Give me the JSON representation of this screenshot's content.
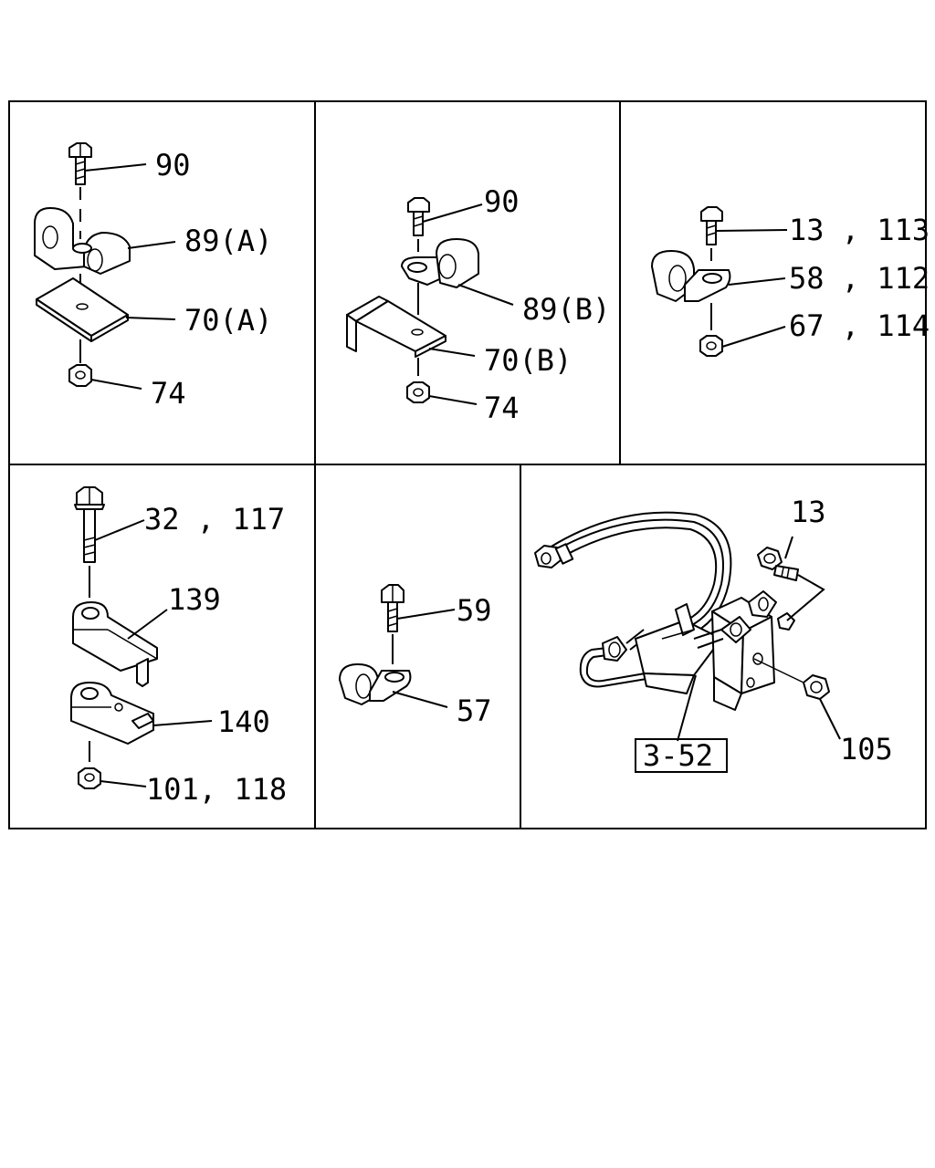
{
  "callouts": {
    "p1_90": "90",
    "p1_89a": "89(A)",
    "p1_70a": "70(A)",
    "p1_74": "74",
    "p2_90": "90",
    "p2_89b": "89(B)",
    "p2_70b": "70(B)",
    "p2_74": "74",
    "p3_13": "13 , 113",
    "p3_58": "58 , 112",
    "p3_67": "67 , 114",
    "p4_32": "32 , 117",
    "p4_139": "139",
    "p4_140": "140",
    "p4_101": "101, 118",
    "p5_59": "59",
    "p5_57": "57",
    "p6_13": "13",
    "p6_352": "3-52",
    "p6_105": "105"
  }
}
